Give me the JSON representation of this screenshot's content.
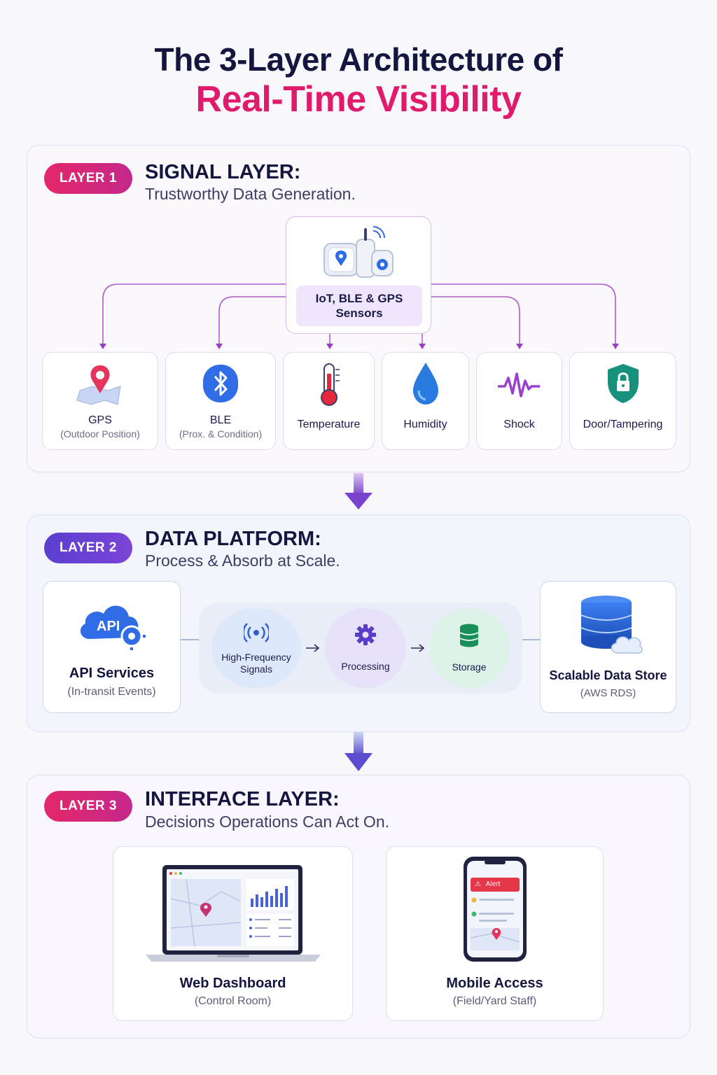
{
  "title": {
    "line1": "The 3-Layer Architecture of",
    "line2": "Real-Time Visibility"
  },
  "layer1": {
    "badge": "LAYER 1",
    "title": "SIGNAL LAYER:",
    "subtitle": "Trustworthy Data Generation.",
    "hub_label": "IoT, BLE & GPS Sensors",
    "sensors": [
      {
        "label": "GPS",
        "sub": "(Outdoor Position)",
        "icon": "map-pin-icon"
      },
      {
        "label": "BLE",
        "sub": "(Prox. & Condition)",
        "icon": "bluetooth-icon"
      },
      {
        "label": "Temperature",
        "sub": "",
        "icon": "thermometer-icon"
      },
      {
        "label": "Humidity",
        "sub": "",
        "icon": "water-drop-icon"
      },
      {
        "label": "Shock",
        "sub": "",
        "icon": "waveform-icon"
      },
      {
        "label": "Door/Tampering",
        "sub": "",
        "icon": "shield-lock-icon"
      }
    ]
  },
  "layer2": {
    "badge": "LAYER 2",
    "title": "DATA PLATFORM:",
    "subtitle": "Process & Absorb at Scale.",
    "api": {
      "icon_text": "API",
      "label": "API Services",
      "sub": "(In-transit Events)"
    },
    "pipeline": [
      {
        "label": "High-Frequency Signals",
        "icon": "broadcast-icon"
      },
      {
        "label": "Processing",
        "icon": "gear-icon"
      },
      {
        "label": "Storage",
        "icon": "database-icon"
      }
    ],
    "store": {
      "label": "Scalable Data Store",
      "sub": "(AWS RDS)"
    }
  },
  "layer3": {
    "badge": "LAYER 3",
    "title": "INTERFACE LAYER:",
    "subtitle": "Decisions Operations Can Act On.",
    "web": {
      "label": "Web Dashboard",
      "sub": "(Control Room)"
    },
    "mobile": {
      "label": "Mobile Access",
      "sub": "(Field/Yard Staff)",
      "alert": "Alert"
    }
  },
  "colors": {
    "magenta": "#e01b6d",
    "violet": "#6a42d4",
    "navy": "#14163f",
    "connector": "#a54ec4"
  }
}
